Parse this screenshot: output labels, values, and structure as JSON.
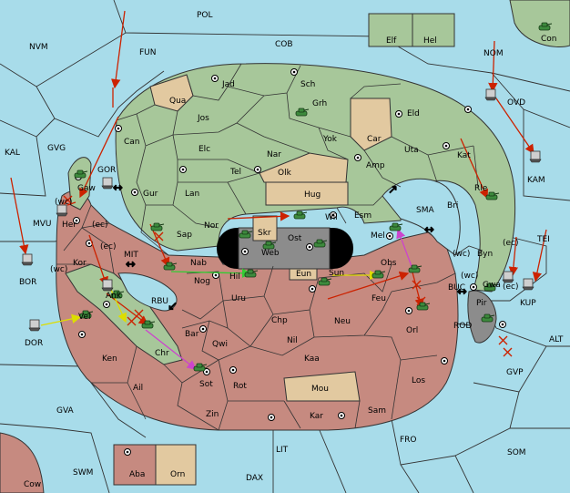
{
  "colors": {
    "sea": "#a8dcea",
    "green": "#a7c79a",
    "red": "#c68a80",
    "neutral": "#e2c9a0",
    "grey": "#8c8c8c",
    "border": "#333333",
    "order_move": "#cc2200",
    "order_support": "#dddd00",
    "order_convoy": "#cc44cc",
    "order_hold": "#33cc33"
  },
  "sea_labels": [
    {
      "id": "pol",
      "text": "POL"
    },
    {
      "id": "nvm",
      "text": "NVM"
    },
    {
      "id": "fun",
      "text": "FUN"
    },
    {
      "id": "cob",
      "text": "COB"
    },
    {
      "id": "nom",
      "text": "NOM"
    },
    {
      "id": "ovd",
      "text": "OVD"
    },
    {
      "id": "kal",
      "text": "KAL"
    },
    {
      "id": "gvg",
      "text": "GVG"
    },
    {
      "id": "gor",
      "text": "GOR"
    },
    {
      "id": "kam",
      "text": "KAM"
    },
    {
      "id": "mvu",
      "text": "MVU"
    },
    {
      "id": "sma",
      "text": "SMA"
    },
    {
      "id": "tei",
      "text": "TEI"
    },
    {
      "id": "bor",
      "text": "BOR"
    },
    {
      "id": "mit",
      "text": "MIT"
    },
    {
      "id": "rbu",
      "text": "RBU"
    },
    {
      "id": "buc",
      "text": "BUC"
    },
    {
      "id": "kup",
      "text": "KUP"
    },
    {
      "id": "alt",
      "text": "ALT"
    },
    {
      "id": "dor",
      "text": "DOR"
    },
    {
      "id": "rod",
      "text": "ROD"
    },
    {
      "id": "gvp",
      "text": "GVP"
    },
    {
      "id": "gva",
      "text": "GVA"
    },
    {
      "id": "fro",
      "text": "FRO"
    },
    {
      "id": "lit",
      "text": "LIT"
    },
    {
      "id": "som",
      "text": "SOM"
    },
    {
      "id": "swm",
      "text": "SWM"
    },
    {
      "id": "dax",
      "text": "DAX"
    }
  ],
  "land_labels": [
    {
      "id": "elf",
      "text": "Elf"
    },
    {
      "id": "hel",
      "text": "Hel"
    },
    {
      "id": "con",
      "text": "Con"
    },
    {
      "id": "jad",
      "text": "Jad"
    },
    {
      "id": "sch",
      "text": "Sch"
    },
    {
      "id": "qua",
      "text": "Qua"
    },
    {
      "id": "jos",
      "text": "Jos"
    },
    {
      "id": "grh",
      "text": "Grh"
    },
    {
      "id": "eld",
      "text": "Eld"
    },
    {
      "id": "can",
      "text": "Can"
    },
    {
      "id": "yok",
      "text": "Yok"
    },
    {
      "id": "car",
      "text": "Car"
    },
    {
      "id": "uta",
      "text": "Uta"
    },
    {
      "id": "elc",
      "text": "Elc"
    },
    {
      "id": "nar",
      "text": "Nar"
    },
    {
      "id": "kat",
      "text": "Kat"
    },
    {
      "id": "amp",
      "text": "Amp"
    },
    {
      "id": "tel",
      "text": "Tel"
    },
    {
      "id": "olk",
      "text": "Olk"
    },
    {
      "id": "gaw",
      "text": "Gaw"
    },
    {
      "id": "gur",
      "text": "Gur"
    },
    {
      "id": "hug",
      "text": "Hug"
    },
    {
      "id": "rle",
      "text": "Rle"
    },
    {
      "id": "lan",
      "text": "Lan"
    },
    {
      "id": "bri",
      "text": "Bri"
    },
    {
      "id": "wc1",
      "text": "(wc)"
    },
    {
      "id": "ec1",
      "text": "(ec)"
    },
    {
      "id": "her",
      "text": "Her"
    },
    {
      "id": "nor",
      "text": "Nor"
    },
    {
      "id": "skr",
      "text": "Skr"
    },
    {
      "id": "wil",
      "text": "Wil"
    },
    {
      "id": "esm",
      "text": "Esm"
    },
    {
      "id": "sap",
      "text": "Sap"
    },
    {
      "id": "web",
      "text": "Web"
    },
    {
      "id": "ost",
      "text": "Ost"
    },
    {
      "id": "mel",
      "text": "Mel"
    },
    {
      "id": "ec2",
      "text": "(ec)"
    },
    {
      "id": "byn",
      "text": "Byn"
    },
    {
      "id": "wc2",
      "text": "(wc)"
    },
    {
      "id": "kor",
      "text": "Kor"
    },
    {
      "id": "ec3",
      "text": "(ec)"
    },
    {
      "id": "wc3",
      "text": "(wc)"
    },
    {
      "id": "nab",
      "text": "Nab"
    },
    {
      "id": "obs",
      "text": "Obs"
    },
    {
      "id": "hil",
      "text": "Hil"
    },
    {
      "id": "eun",
      "text": "Eun"
    },
    {
      "id": "sun",
      "text": "Sun"
    },
    {
      "id": "wc4",
      "text": "(wc)"
    },
    {
      "id": "gwa",
      "text": "Gwa"
    },
    {
      "id": "ec4",
      "text": "(ec)"
    },
    {
      "id": "nog",
      "text": "Nog"
    },
    {
      "id": "ank",
      "text": "Ank"
    },
    {
      "id": "uru",
      "text": "Uru"
    },
    {
      "id": "feu",
      "text": "Feu"
    },
    {
      "id": "pir",
      "text": "Pir"
    },
    {
      "id": "vel",
      "text": "Vel"
    },
    {
      "id": "chp",
      "text": "Chp"
    },
    {
      "id": "neu",
      "text": "Neu"
    },
    {
      "id": "orl",
      "text": "Orl"
    },
    {
      "id": "bar",
      "text": "Bar"
    },
    {
      "id": "nil",
      "text": "Nil"
    },
    {
      "id": "qwi",
      "text": "Qwi"
    },
    {
      "id": "ken",
      "text": "Ken"
    },
    {
      "id": "chr",
      "text": "Chr"
    },
    {
      "id": "kaa",
      "text": "Kaa"
    },
    {
      "id": "los",
      "text": "Los"
    },
    {
      "id": "ail",
      "text": "Ail"
    },
    {
      "id": "sot",
      "text": "Sot"
    },
    {
      "id": "rot",
      "text": "Rot"
    },
    {
      "id": "mou",
      "text": "Mou"
    },
    {
      "id": "zin",
      "text": "Zin"
    },
    {
      "id": "kar",
      "text": "Kar"
    },
    {
      "id": "sam",
      "text": "Sam"
    },
    {
      "id": "aba",
      "text": "Aba"
    },
    {
      "id": "orn",
      "text": "Orn"
    },
    {
      "id": "cow",
      "text": "Cow"
    }
  ]
}
